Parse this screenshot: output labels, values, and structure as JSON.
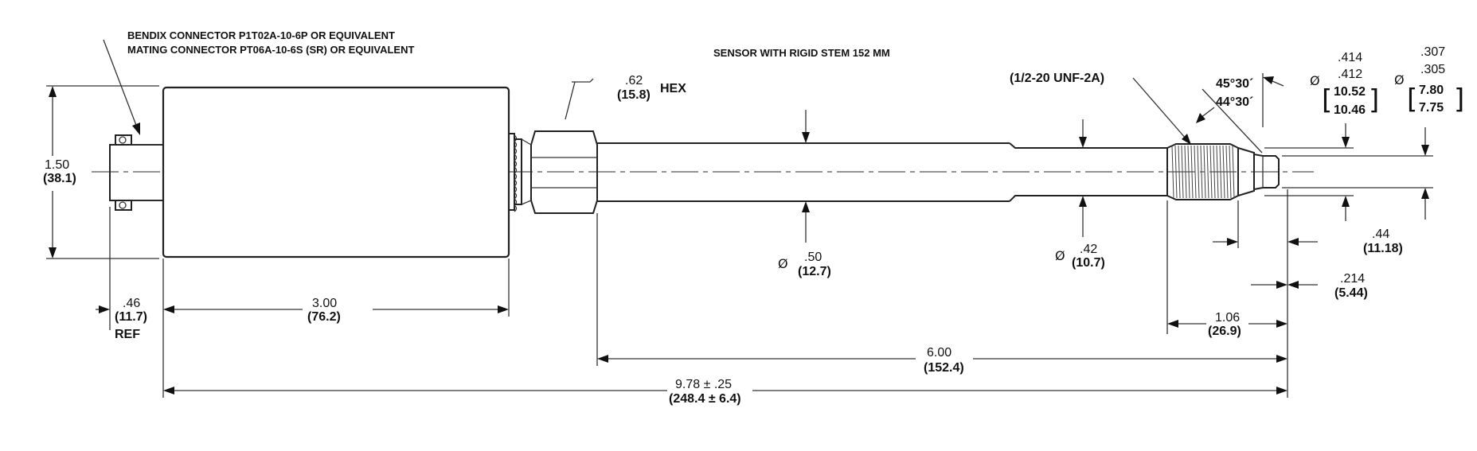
{
  "notes": {
    "connector_line1": "BENDIX CONNECTOR P1T02A-10-6P OR EQUIVALENT",
    "connector_line2": "MATING CONNECTOR PT06A-10-6S (SR) OR EQUIVALENT",
    "title": "SENSOR WITH RIGID STEM 152 MM"
  },
  "dims": {
    "height_in": "1.50",
    "height_mm": "(38.1)",
    "ref_in": ".46",
    "ref_mm": "(11.7)",
    "ref_label": "REF",
    "body_in": "3.00",
    "body_mm": "(76.2)",
    "hex_in": ".62",
    "hex_mm": "(15.8)",
    "hex_label": "HEX",
    "stem_dia_symbol": "Ø",
    "stem_dia_in": ".50",
    "stem_dia_mm": "(12.7)",
    "tip_dia_symbol": "Ø",
    "tip_dia_in": ".42",
    "tip_dia_mm": "(10.7)",
    "thread": "(1/2-20 UNF-2A)",
    "angle_max": "45°30´",
    "angle_min": "44°30´",
    "d1_symbol": "Ø",
    "d1_in_max": ".414",
    "d1_in_min": ".412",
    "d1_mm_max": "10.52",
    "d1_mm_min": "10.46",
    "d2_symbol": "Ø",
    "d2_in_max": ".307",
    "d2_in_min": ".305",
    "d2_mm_max": "7.80",
    "d2_mm_min": "7.75",
    "bracket_open": "[",
    "bracket_close": "]",
    "nose_in": ".44",
    "nose_mm": "(11.18)",
    "tip_in": ".214",
    "tip_mm": "(5.44)",
    "thread_len_in": "1.06",
    "thread_len_mm": "(26.9)",
    "stem_len_in": "6.00",
    "stem_len_mm": "(152.4)",
    "overall_in": "9.78 ± .25",
    "overall_mm": "(248.4 ± 6.4)"
  }
}
